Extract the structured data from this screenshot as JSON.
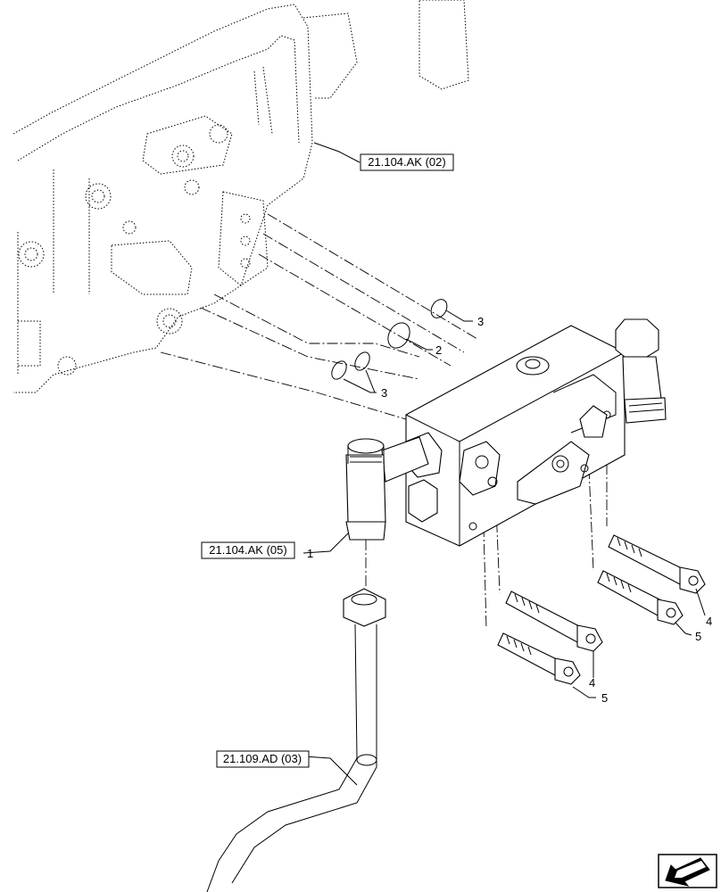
{
  "references": [
    {
      "id": "ref-21-104-ak-02",
      "text": "21.104.AK (02)"
    },
    {
      "id": "ref-21-104-ak-05",
      "text": "21.104.AK (05)"
    },
    {
      "id": "ref-21-109-ad-03",
      "text": "21.109.AD (03)"
    }
  ],
  "callouts": {
    "c1": "1",
    "c2": "2",
    "c3a": "3",
    "c3b": "3",
    "c4a": "4",
    "c4b": "4",
    "c5a": "5",
    "c5b": "5"
  },
  "nav_icon": "next-page-arrow-icon"
}
